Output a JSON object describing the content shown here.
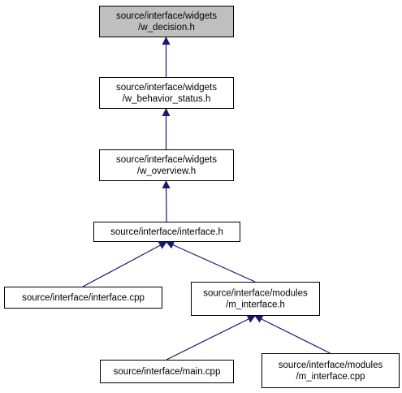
{
  "colors": {
    "node_fill": "#ffffff",
    "highlight_fill": "#bfbfbf",
    "node_stroke": "#000000",
    "edge": "#191970"
  },
  "nodes": [
    {
      "id": "w_decision",
      "lines": [
        "source/interface/widgets",
        "/w_decision.h"
      ],
      "highlighted": true
    },
    {
      "id": "w_behavior_status",
      "lines": [
        "source/interface/widgets",
        "/w_behavior_status.h"
      ],
      "highlighted": false
    },
    {
      "id": "w_overview",
      "lines": [
        "source/interface/widgets",
        "/w_overview.h"
      ],
      "highlighted": false
    },
    {
      "id": "interface_h",
      "lines": [
        "source/interface/interface.h"
      ],
      "highlighted": false
    },
    {
      "id": "interface_cpp",
      "lines": [
        "source/interface/interface.cpp"
      ],
      "highlighted": false
    },
    {
      "id": "m_interface_h",
      "lines": [
        "source/interface/modules",
        "/m_interface.h"
      ],
      "highlighted": false
    },
    {
      "id": "main_cpp",
      "lines": [
        "source/interface/main.cpp"
      ],
      "highlighted": false
    },
    {
      "id": "m_interface_cpp",
      "lines": [
        "source/interface/modules",
        "/m_interface.cpp"
      ],
      "highlighted": false
    }
  ],
  "edges": [
    {
      "from": "w_behavior_status",
      "to": "w_decision"
    },
    {
      "from": "w_overview",
      "to": "w_behavior_status"
    },
    {
      "from": "interface_h",
      "to": "w_overview"
    },
    {
      "from": "interface_cpp",
      "to": "interface_h"
    },
    {
      "from": "m_interface_h",
      "to": "interface_h"
    },
    {
      "from": "main_cpp",
      "to": "m_interface_h"
    },
    {
      "from": "m_interface_cpp",
      "to": "m_interface_h"
    }
  ]
}
